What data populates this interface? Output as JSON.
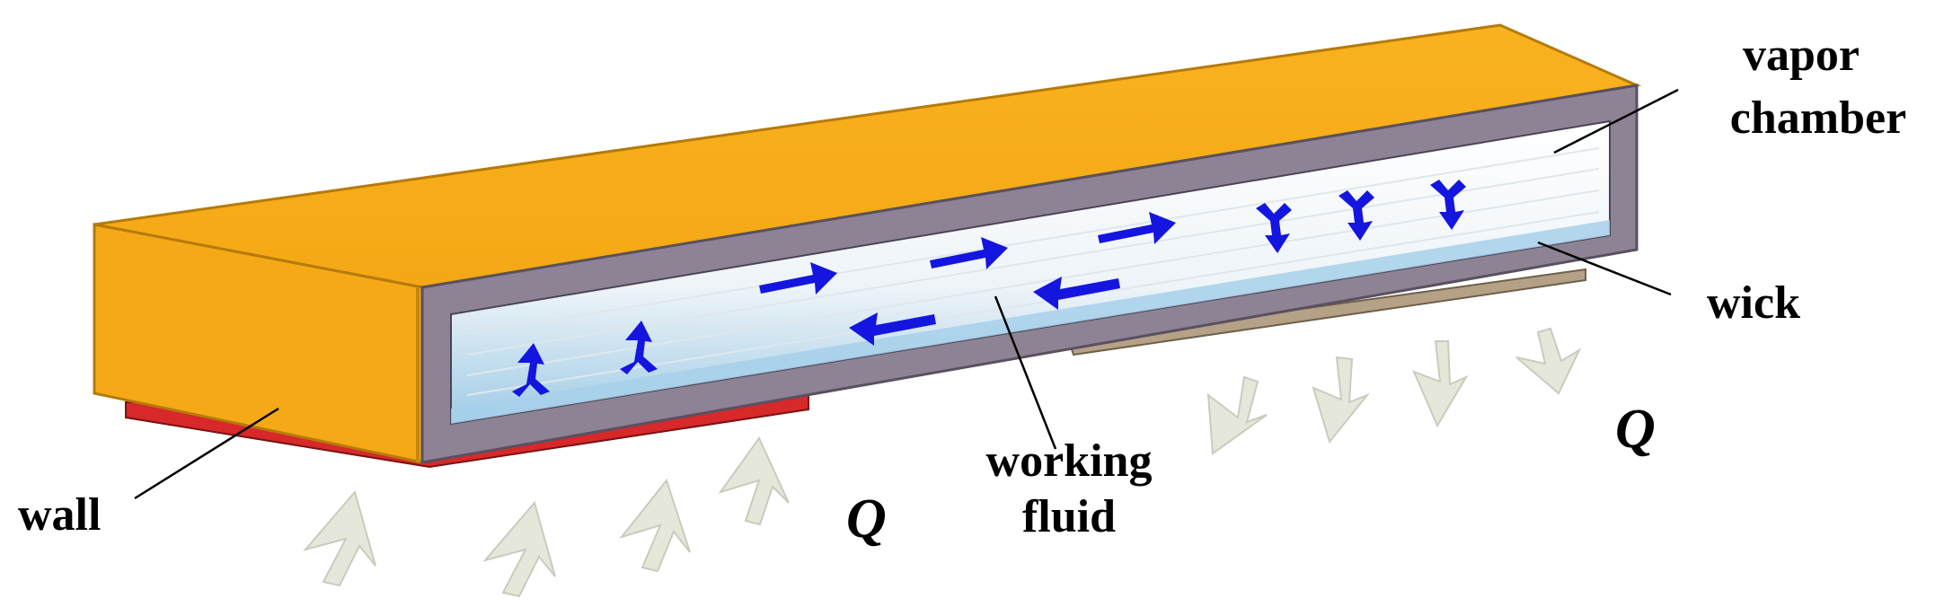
{
  "labels": {
    "vapor_line1": "vapor",
    "vapor_line2": "chamber",
    "wick": "wick",
    "working_line1": "working",
    "working_line2": "fluid",
    "wall": "wall",
    "q_left": "Q",
    "q_right": "Q"
  },
  "colors": {
    "wall_top": "#F7AE19",
    "wall_front": "#F6A917",
    "wall_edge": "#D78D0C",
    "wick": "#8E8394",
    "vapor": "#F4F7FA",
    "fluid_blue": "#B9D8EC",
    "flow_arrow": "#1515E0",
    "heat_arrow": "#E5E7DA",
    "heater": "#D7282A",
    "sink": "#B4A186"
  },
  "icons": [
    "flow-right-arrow",
    "flow-left-arrow",
    "evaporation-arrow",
    "condensation-arrow",
    "heat-input-arrow",
    "heat-output-arrow"
  ]
}
